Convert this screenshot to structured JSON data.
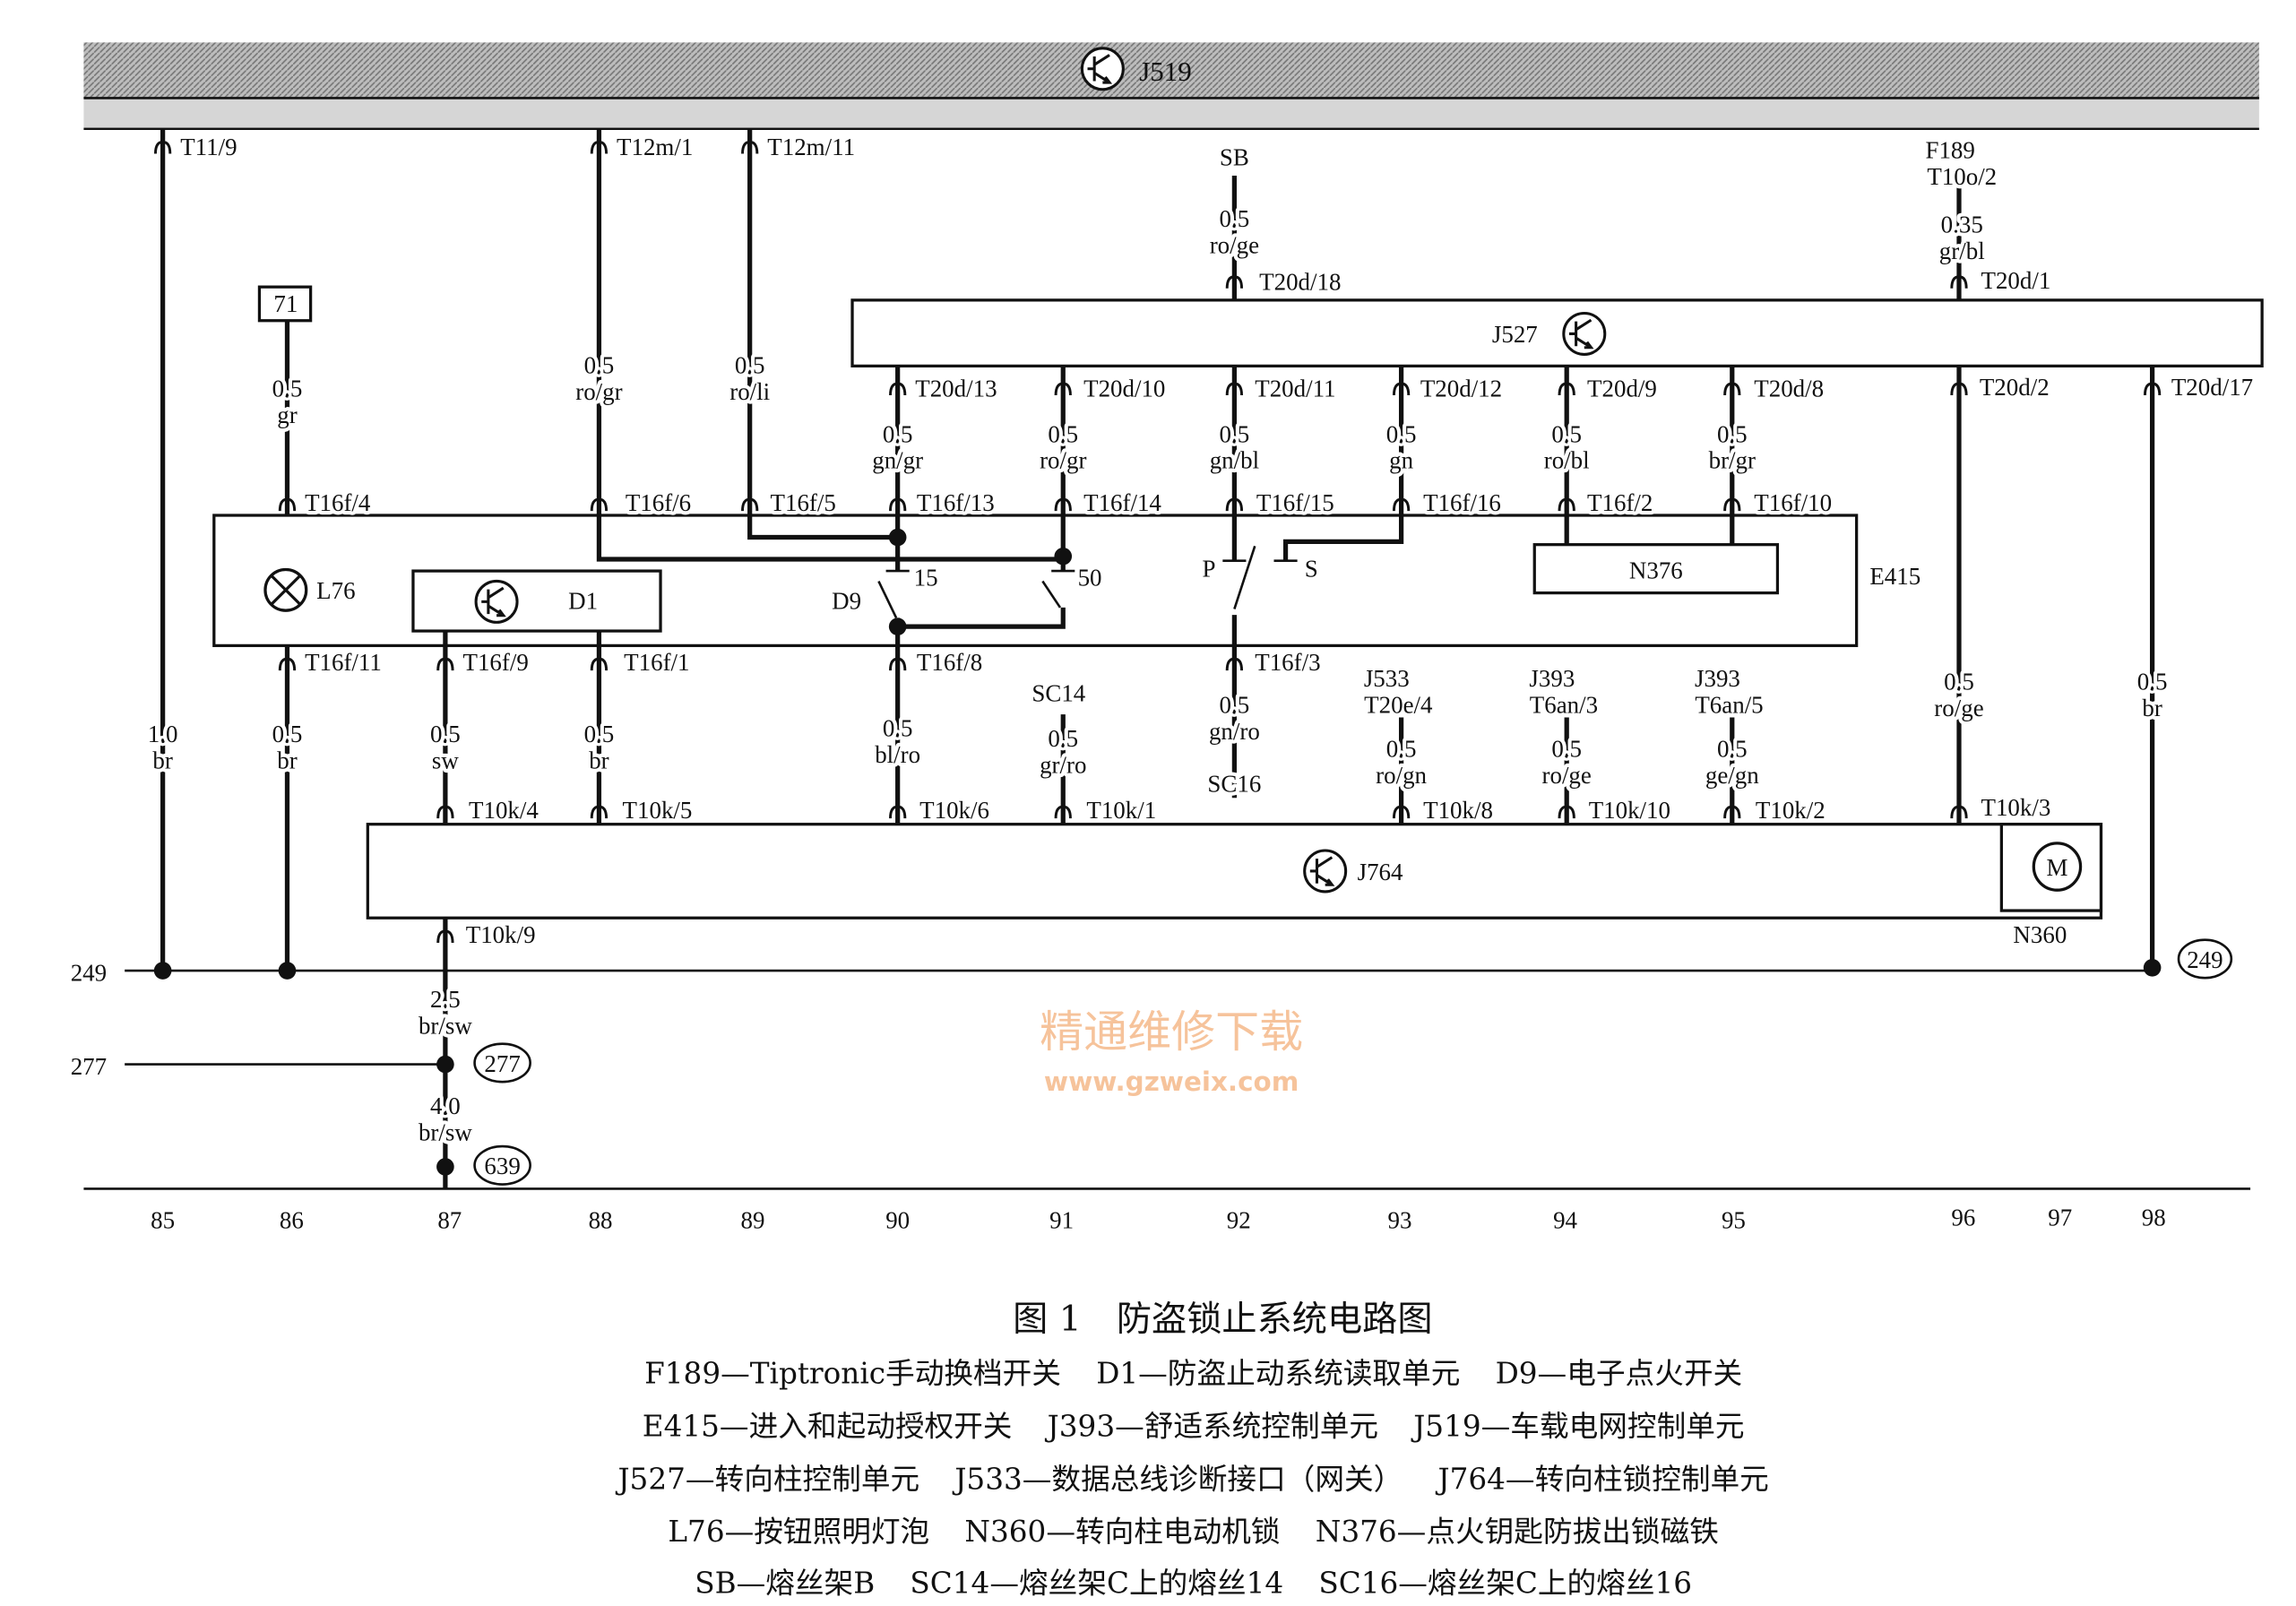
{
  "j519": {
    "label": "J519",
    "pins": [
      "T11/9",
      "T12m/1",
      "T12m/11"
    ]
  },
  "j527": {
    "label": "J527"
  },
  "j764": {
    "label": "J764"
  },
  "e415": {
    "label": "E415",
    "l76": "L76",
    "d1": "D1",
    "d9": "D9",
    "sw15": "15",
    "sw50": "50",
    "p": "P",
    "s": "S"
  },
  "n376": {
    "label": "N376"
  },
  "n360": {
    "label": "N360",
    "motor": "M"
  },
  "wires": {
    "c85": {
      "pin": "T11/9",
      "size": "1.0",
      "color": "br"
    },
    "c86": {
      "ref": "71",
      "size": "0.5",
      "color": "gr",
      "pin_top": "T16f/4",
      "pin_bottom": "T16f/11",
      "size2": "0.5",
      "color2": "br"
    },
    "c87": {
      "pin_top": "T16f/9",
      "size": "0.5",
      "color": "sw",
      "pin_j764": "T10k/4",
      "pin_bottom": "T10k/9",
      "size2": "2.5",
      "color2": "br/sw",
      "size3": "4.0",
      "color3": "br/sw"
    },
    "c88": {
      "pin": "T12m/1",
      "size": "0.5",
      "color": "ro/gr",
      "pin_top": "T16f/6",
      "pin_bottom": "T16f/1",
      "size2": "0.5",
      "color2": "br",
      "pin_j764": "T10k/5"
    },
    "c89": {
      "pin": "T12m/11",
      "size": "0.5",
      "color": "ro/li",
      "pin_top": "T16f/5"
    },
    "c90": {
      "pin": "T20d/13",
      "size": "0.5",
      "color": "gn/gr",
      "pin_top": "T16f/13",
      "pin_bottom": "T16f/8",
      "size2": "0.5",
      "color2": "bl/ro",
      "pin_j764": "T10k/6"
    },
    "c91": {
      "pin": "T20d/10",
      "size": "0.5",
      "color": "ro/gr",
      "pin_top": "T16f/14",
      "fuse": "SC14",
      "size2": "0.5",
      "color2": "gr/ro",
      "pin_j764": "T10k/1"
    },
    "c92": {
      "fuse_top": "SB",
      "size0": "0.5",
      "color0": "ro/ge",
      "pin_in": "T20d/18",
      "pin": "T20d/11",
      "size": "0.5",
      "color": "gn/bl",
      "pin_top": "T16f/15",
      "pin_bottom": "T16f/3",
      "size2": "0.5",
      "color2": "gn/ro",
      "fuse": "SC16"
    },
    "c93": {
      "pin": "T20d/12",
      "size": "0.5",
      "color": "gn",
      "pin_top": "T16f/16",
      "src": "J533",
      "src_pin": "T20e/4",
      "size2": "0.5",
      "color2": "ro/gn",
      "pin_j764": "T10k/8"
    },
    "c94": {
      "pin": "T20d/9",
      "size": "0.5",
      "color": "ro/bl",
      "pin_top": "T16f/2",
      "src": "J393",
      "src_pin": "T6an/3",
      "size2": "0.5",
      "color2": "ro/ge",
      "pin_j764": "T10k/10"
    },
    "c95": {
      "pin": "T20d/8",
      "size": "0.5",
      "color": "br/gr",
      "pin_top": "T16f/10",
      "src": "J393",
      "src_pin": "T6an/5",
      "size2": "0.5",
      "color2": "ge/gn",
      "pin_j764": "T10k/2"
    },
    "c96": {
      "src": "F189",
      "src_pin": "T10o/2",
      "size0": "0.35",
      "color0": "gr/bl",
      "pin_in": "T20d/1",
      "pin": "T20d/2",
      "size": "0.5",
      "color": "ro/ge",
      "pin_j764": "T10k/3"
    },
    "c98": {
      "pin": "T20d/17",
      "size": "0.5",
      "color": "br"
    }
  },
  "ground": {
    "line_249": "249",
    "ref_249": "249",
    "line_277": "277",
    "ref_277": "277",
    "ref_639": "639"
  },
  "columns": [
    "85",
    "86",
    "87",
    "88",
    "89",
    "90",
    "91",
    "92",
    "93",
    "94",
    "95",
    "96",
    "97",
    "98"
  ],
  "watermark": {
    "name": "精通维修下载",
    "url": "www.gzweix.com"
  },
  "caption": {
    "title": "图 1　防盗锁止系统电路图",
    "rows": [
      [
        "F189—Tiptronic手动换档开关",
        "D1—防盗止动系统读取单元",
        "D9—电子点火开关"
      ],
      [
        "E415—进入和起动授权开关",
        "J393—舒适系统控制单元",
        "J519—车载电网控制单元"
      ],
      [
        "J527—转向柱控制单元",
        "J533—数据总线诊断接口（网关）",
        "J764—转向柱锁控制单元"
      ],
      [
        "L76—按钮照明灯泡",
        "N360—转向柱电动机锁",
        "N376—点火钥匙防拔出锁磁铁"
      ],
      [
        "SB—熔丝架B",
        "SC14—熔丝架C上的熔丝14",
        "SC16—熔丝架C上的熔丝16"
      ]
    ]
  }
}
